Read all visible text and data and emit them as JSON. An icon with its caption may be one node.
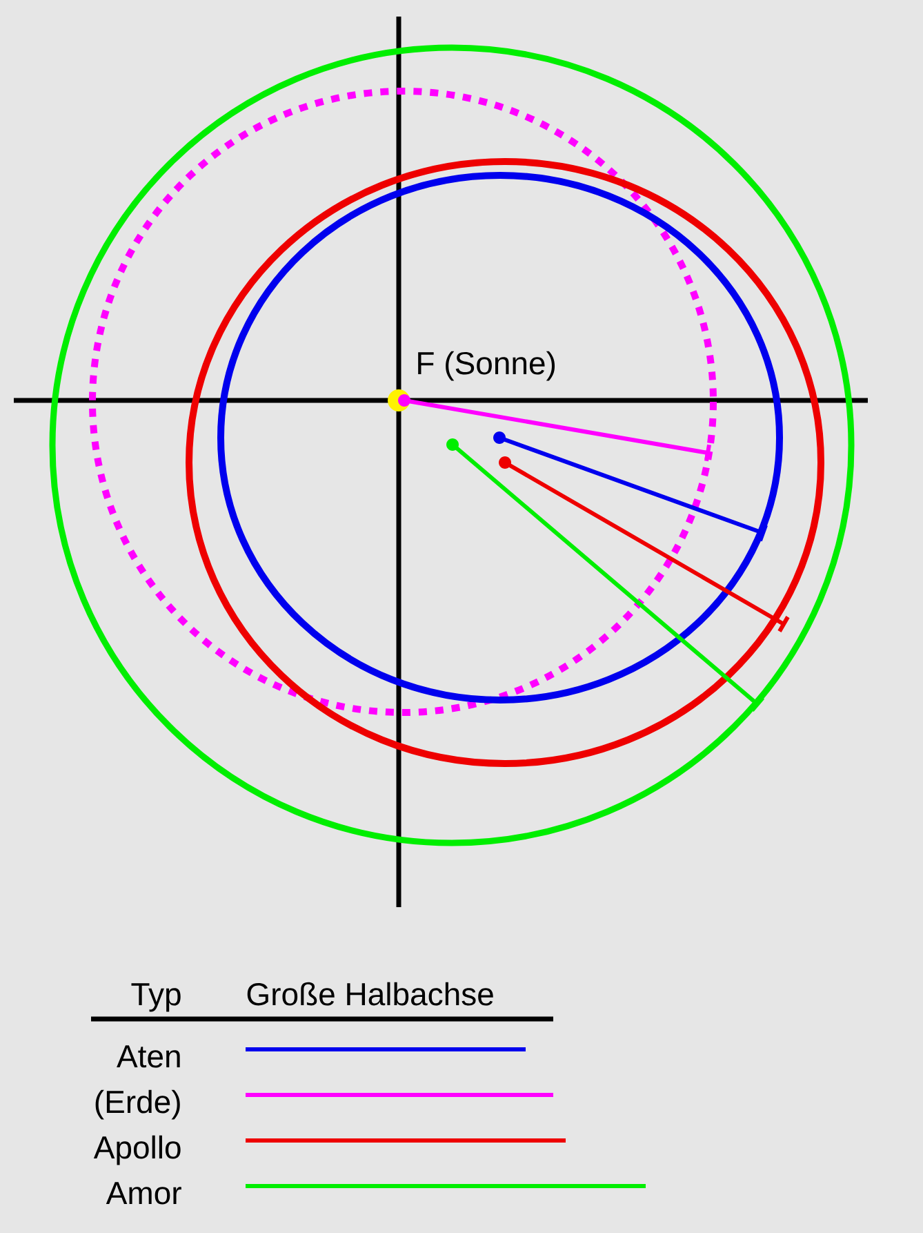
{
  "diagram": {
    "labels": [
      "F (Sonne)",
      "Typ",
      "Große Halbachse"
    ],
    "legend": [
      {
        "text": "Aten"
      },
      {
        "text": "(Erde)"
      },
      {
        "text": "Apollo"
      },
      {
        "text": "Amor"
      }
    ]
  }
}
